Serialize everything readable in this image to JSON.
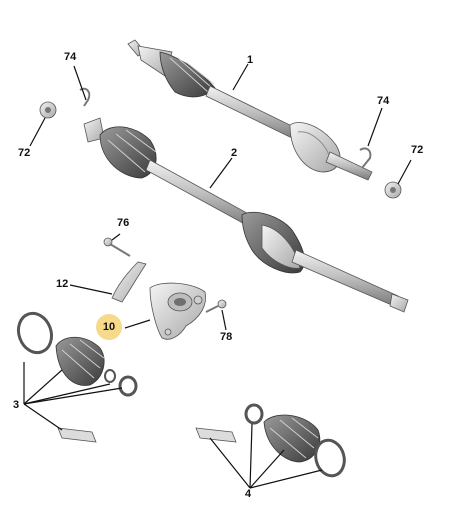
{
  "callouts": {
    "c1": "1",
    "c2": "2",
    "c3": "3",
    "c4": "4",
    "c10": "10",
    "c12": "12",
    "c72a": "72",
    "c72b": "72",
    "c74a": "74",
    "c74b": "74",
    "c76": "76",
    "c78": "78"
  },
  "colors": {
    "part_fill": "#d9d9d9",
    "part_dark": "#8c8c8c",
    "outline": "#555555",
    "leader": "#111111",
    "highlight": "#f7d98a"
  }
}
